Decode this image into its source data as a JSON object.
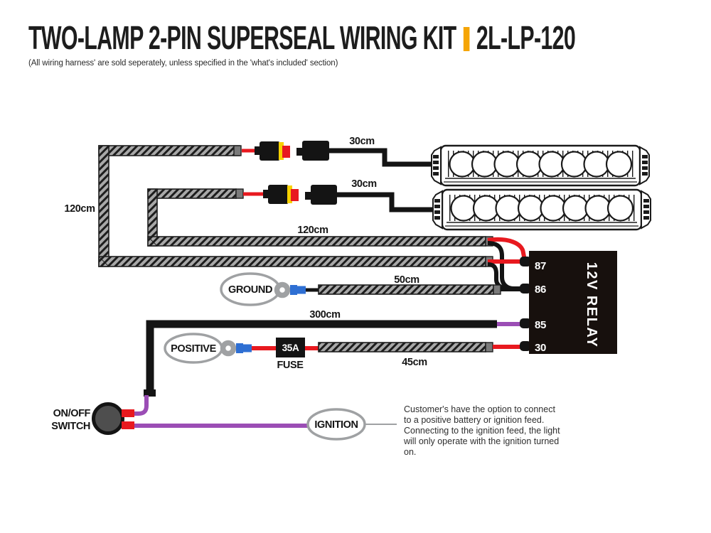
{
  "header": {
    "title": "TWO-LAMP 2-PIN SUPERSEAL WIRING KIT",
    "separator": "|",
    "model": "2L-LP-120",
    "subtitle": "(All wiring harness' are sold seperately, unless specified in the 'what's included' section)"
  },
  "labels": {
    "lamp1_cable": "30cm",
    "lamp2_cable": "30cm",
    "left_cable": "120cm",
    "mid_cable": "120cm",
    "ground_cable": "50cm",
    "switch_cable": "300cm",
    "fuse_cable": "45cm"
  },
  "relay": {
    "title": "12V RELAY",
    "pins": [
      "87",
      "86",
      "85",
      "30"
    ]
  },
  "components": {
    "ground": "GROUND",
    "positive": "POSITIVE",
    "ignition": "IGNITION",
    "fuse_rating": "35A",
    "fuse_label": "FUSE",
    "switch_line1": "ON/OFF",
    "switch_line2": "SWITCH"
  },
  "note": {
    "text": "Customer's have the option to connect to a positive battery or ignition feed. Connecting to the ignition feed, the light will only operate with the ignition turned on."
  },
  "colors": {
    "accent_orange": "#F5A506",
    "wire_red": "#E8191F",
    "wire_purple": "#9B4DB5",
    "crimp_blue": "#2E6FD3",
    "outline_gray": "#9FA1A3",
    "braid_gray": "#A8A8A8",
    "component_black": "#141414"
  }
}
